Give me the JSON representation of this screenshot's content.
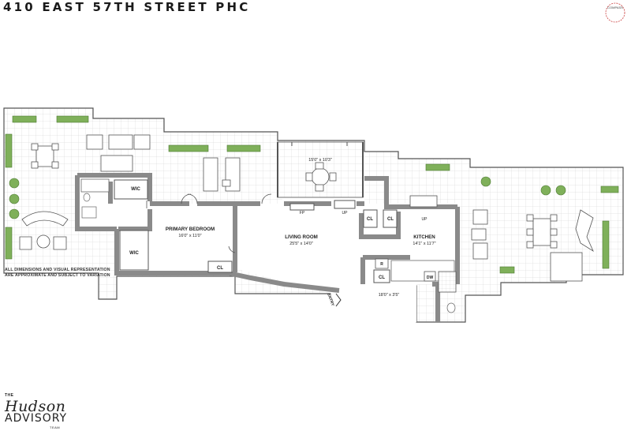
{
  "title": "410 EAST 57TH STREET PHC",
  "compass_label": "COMPASS",
  "disclaimer": {
    "line1": "ALL DIMENSIONS AND VISUAL REPRESENTATION",
    "line2": "ARE APPROXIMATE AND SUBJECT TO VARIATION"
  },
  "rooms": {
    "primary_bedroom": {
      "name": "PRIMARY BEDROOM",
      "dims": "16'0\" x 11'0\""
    },
    "living_room": {
      "name": "LIVING ROOM",
      "dims": "25'5\" x 14'0\""
    },
    "kitchen": {
      "name": "KITCHEN",
      "dims": "14'1\" x 11'7\""
    },
    "solarium": {
      "dims": "15'0\" x 10'3\""
    },
    "foyer": {
      "dims": "18'0\" x 3'5\""
    }
  },
  "labels": {
    "wic_top": "WIC",
    "wic_bottom": "WIC",
    "cl_bedroom": "CL",
    "cl_left": "CL",
    "cl_right": "CL",
    "cl_kitchen": "CL",
    "fp": "FP",
    "up_living": "UP",
    "up_kitchen": "UP",
    "r": "R",
    "dw": "DW",
    "entry": "ENTRY"
  },
  "logo": {
    "the": "THE",
    "hudson": "Hudson",
    "advisory": "ADVISORY",
    "team": "TEAM"
  }
}
